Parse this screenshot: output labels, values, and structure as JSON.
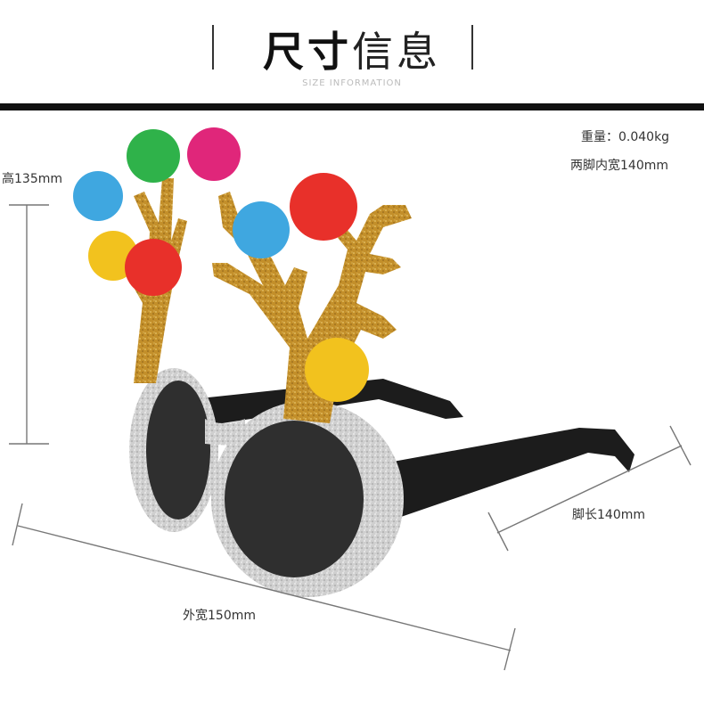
{
  "header": {
    "title_bold": "尺寸",
    "title_light": "信息",
    "subtitle": "SIZE INFORMATION"
  },
  "specs": {
    "weight": "重量：0.040kg",
    "inner_width": "两脚内宽140mm",
    "height": "高135mm",
    "temple_length": "脚长140mm",
    "outer_width": "外宽150mm"
  },
  "colors": {
    "glitter_gold": "#c9962e",
    "glitter_silver": "#c8c8c8",
    "lens": "#2f2f2f",
    "temple": "#1c1c1c",
    "pompoms": [
      "#3fa7e0",
      "#2fb24a",
      "#e0267a",
      "#f2c21e",
      "#e8302a"
    ]
  }
}
